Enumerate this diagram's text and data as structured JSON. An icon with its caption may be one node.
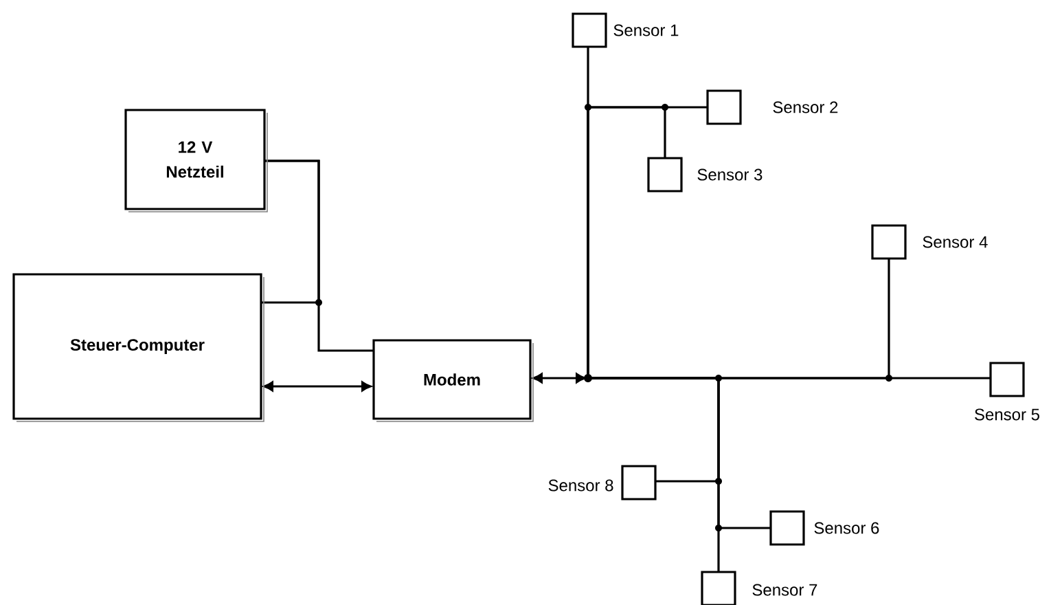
{
  "diagram": {
    "nodes": [
      {
        "text": [
          "12 V Netzteil"
        ]
      },
      {
        "text": [
          "Steuer-Computer"
        ]
      },
      {
        "text": [
          "Modem"
        ]
      },
      {
        "text": [],
        "shape": "circle"
      },
      {
        "text": [],
        "shape": "box",
        "beside": [
          "Sensor 1"
        ]
      },
      {
        "text": [],
        "shape": "box",
        "beside": [
          "Sensor 2"
        ]
      },
      {
        "text": [],
        "shape": "box",
        "beside": [
          "Sensor 3"
        ]
      },
      {
        "text": [],
        "shape": "box",
        "beside": [
          "Sensor 4"
        ]
      },
      {
        "text": [],
        "shape": "box",
        "beside": [
          "Sensor 5"
        ]
      },
      {
        "text": [],
        "shape": "box",
        "beside": [
          "Sensor 8"
        ]
      },
      {
        "text": [],
        "shape": "box",
        "beside": [
          "Sensor 6"
        ]
      },
      {
        "text": [],
        "shape": "box",
        "beside": [
          "Sensor 7"
        ]
      }
    ],
    "edges": [
      {
        "from": 0,
        "to": 1,
        "arrow": "none"
      },
      {
        "from": 0,
        "to": 2,
        "arrow": "none"
      },
      {
        "from": 1,
        "to": 2,
        "arrow": "both"
      },
      {
        "from": 2,
        "to": 3,
        "arrow": "both"
      },
      {
        "from": 3,
        "to": 4,
        "arrow": "none"
      },
      {
        "from": 3,
        "to": 5,
        "arrow": "none"
      },
      {
        "from": 3,
        "to": 6,
        "arrow": "none"
      },
      {
        "from": 3,
        "to": 7,
        "arrow": "none"
      },
      {
        "from": 3,
        "to": 8,
        "arrow": "none"
      },
      {
        "from": 3,
        "to": 9,
        "arrow": "none"
      },
      {
        "from": 3,
        "to": 10,
        "arrow": "none"
      },
      {
        "from": 3,
        "to": 11,
        "arrow": "none"
      }
    ]
  }
}
